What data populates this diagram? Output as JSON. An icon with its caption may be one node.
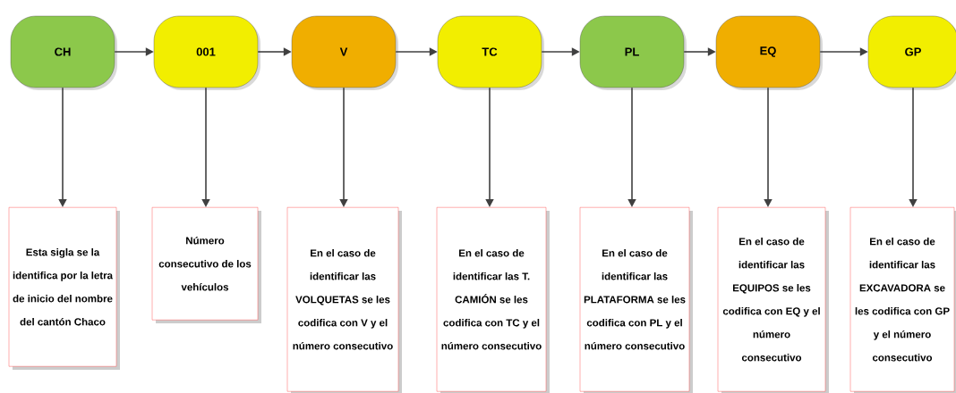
{
  "diagram": {
    "nodes": [
      {
        "text": [
          "CH"
        ]
      },
      {
        "text": [
          "001"
        ]
      },
      {
        "text": [
          "V"
        ]
      },
      {
        "text": [
          "TC"
        ]
      },
      {
        "text": [
          "PL"
        ]
      },
      {
        "text": [
          "EQ"
        ]
      },
      {
        "text": [
          "GP"
        ]
      },
      {
        "text": [
          "Esta sigla se la identifica por la letra de inicio del nombre del cantón Chaco"
        ]
      },
      {
        "text": [
          "Número consecutivo de los vehículos"
        ]
      },
      {
        "text": [
          "En el caso de identificar las VOLQUETAS se les codifica con V y el número consecutivo"
        ]
      },
      {
        "text": [
          "En el caso de identificar las T. CAMIÓN se les codifica con TC y el número consecutivo"
        ]
      },
      {
        "text": [
          "En el caso de identificar las PLATAFORMA se les codifica con PL y el número consecutivo"
        ]
      },
      {
        "text": [
          "En el caso de identificar las EQUIPOS se les codifica con EQ y el número consecutivo"
        ]
      },
      {
        "text": [
          "En el caso de identificar las EXCAVADORA se les codifica con GP y el número consecutivo"
        ]
      }
    ],
    "edges": [
      {
        "from": 0,
        "to": 1,
        "arrow": "to"
      },
      {
        "from": 1,
        "to": 2,
        "arrow": "to"
      },
      {
        "from": 2,
        "to": 3,
        "arrow": "to"
      },
      {
        "from": 3,
        "to": 4,
        "arrow": "to"
      },
      {
        "from": 4,
        "to": 5,
        "arrow": "to"
      },
      {
        "from": 5,
        "to": 6,
        "arrow": "to"
      },
      {
        "from": 0,
        "to": 7,
        "arrow": "to"
      },
      {
        "from": 1,
        "to": 8,
        "arrow": "to"
      },
      {
        "from": 2,
        "to": 9,
        "arrow": "to"
      },
      {
        "from": 3,
        "to": 10,
        "arrow": "to"
      },
      {
        "from": 4,
        "to": 11,
        "arrow": "to"
      },
      {
        "from": 5,
        "to": 12,
        "arrow": "to"
      },
      {
        "from": 6,
        "to": 13,
        "arrow": "to"
      }
    ]
  }
}
